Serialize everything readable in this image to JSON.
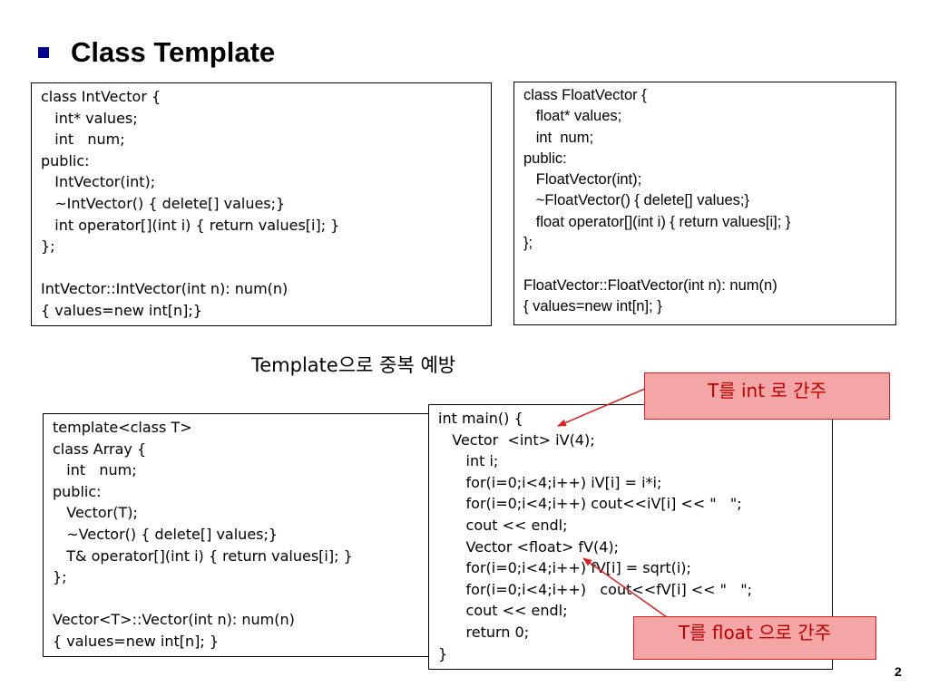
{
  "slide": {
    "title": "Class Template",
    "caption": "Template으로 중복 예방",
    "page_number": "2",
    "bullet_color": "#00008b"
  },
  "code": {
    "int_vector": [
      "class IntVector {",
      "   int* values;",
      "   int   num;",
      "public:",
      "   IntVector(int);",
      "   ~IntVector() { delete[] values;}",
      "   int operator[](int i) { return values[i]; }",
      "};",
      "",
      "IntVector::IntVector(int n): num(n)",
      "{ values=new int[n];}"
    ],
    "float_vector": [
      "class FloatVector {",
      "   float* values;",
      "   int  num;",
      "public:",
      "   FloatVector(int);",
      "   ~FloatVector() { delete[] values;}",
      "   float operator[](int i) { return values[i]; }",
      "};",
      "",
      "FloatVector::FloatVector(int n): num(n)",
      "{ values=new int[n]; }"
    ],
    "template_array": [
      "template<class T>",
      "class Array {",
      "   int   num;",
      "public:",
      "   Vector(T);",
      "   ~Vector() { delete[] values;}",
      "   T& operator[](int i) { return values[i]; }",
      "};",
      "",
      "Vector<T>::Vector(int n): num(n)",
      "{ values=new int[n]; }"
    ],
    "main": [
      "int main() {",
      "   Vector  <int> iV(4);",
      "      int i;",
      "      for(i=0;i<4;i++) iV[i] = i*i;",
      "      for(i=0;i<4;i++) cout<<iV[i] << \"   \";",
      "      cout << endl;",
      "      Vector <float> fV(4);",
      "      for(i=0;i<4;i++) fV[i] = sqrt(i);",
      "      for(i=0;i<4;i++)   cout<<fV[i] << \"   \";",
      "      cout << endl;",
      "      return 0;",
      "}"
    ]
  },
  "notes": {
    "int_note": "T를 int 로 간주",
    "float_note": "T를 float 으로 간주"
  },
  "colors": {
    "note_fill": "#f4a5a5",
    "note_border": "#e02020",
    "note_text": "#c00000",
    "arrow": "#e02020"
  }
}
